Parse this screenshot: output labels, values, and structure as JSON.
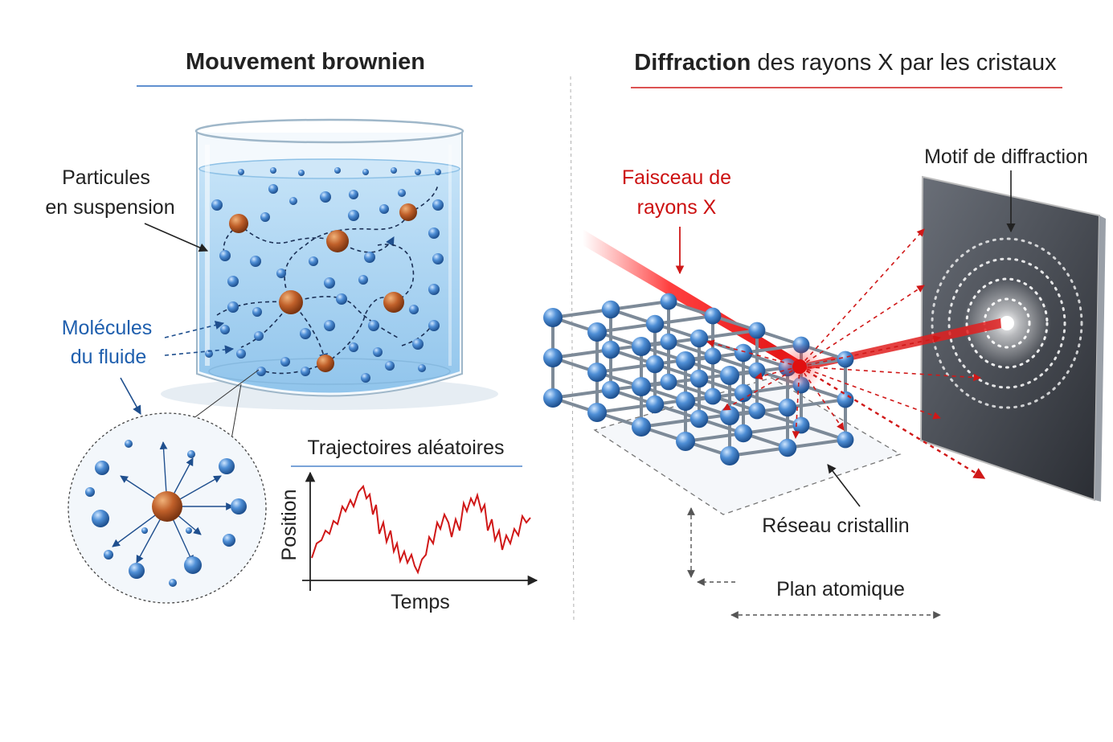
{
  "left_panel": {
    "title": "Mouvement brownien",
    "particles_label_line1": "Particules",
    "particles_label_line2": "en suspension",
    "molecules_label_line1": "Molécules",
    "molecules_label_line2": "du fluide",
    "graph": {
      "title": "Trajectoires aléatoires",
      "ylabel": "Position",
      "xlabel": "Temps"
    }
  },
  "right_panel": {
    "title_bold": "Diffraction",
    "title_rest": " des rayons X par les cristaux",
    "beam_label_line1": "Faisceau de",
    "beam_label_line2": "rayons X",
    "pattern_label": "Motif de diffraction",
    "lattice_label": "Réseau cristallin",
    "plane_label": "Plan atomique"
  },
  "colors": {
    "blue_text": "#1f5fae",
    "red_text": "#cc1111",
    "dark_text": "#222222",
    "particle": "#b8561f",
    "molecule": "#3f7fc4",
    "water": "#a9d3f2",
    "beam": "#e02020"
  }
}
